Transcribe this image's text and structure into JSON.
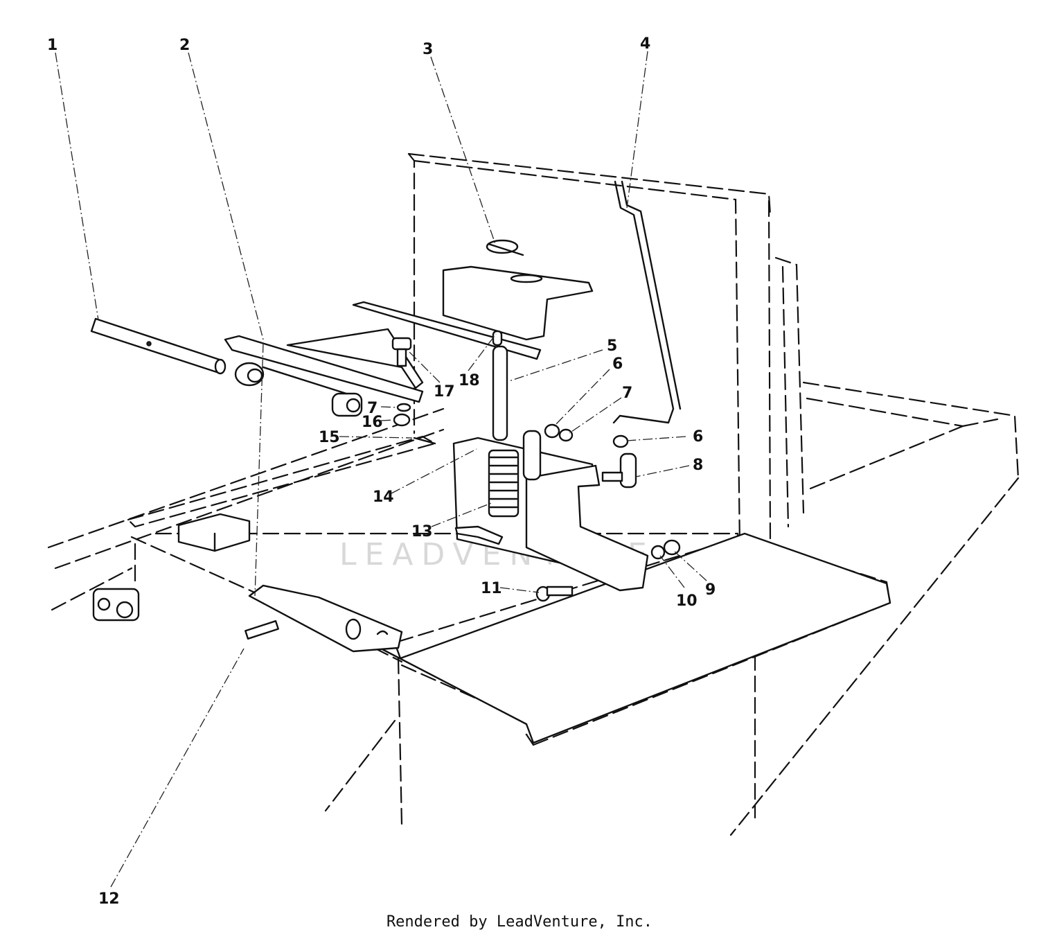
{
  "callouts": [
    {
      "id": "1",
      "text": "1"
    },
    {
      "id": "2",
      "text": "2"
    },
    {
      "id": "3",
      "text": "3"
    },
    {
      "id": "4",
      "text": "4"
    },
    {
      "id": "5",
      "text": "5"
    },
    {
      "id": "6a",
      "text": "6"
    },
    {
      "id": "7a",
      "text": "7"
    },
    {
      "id": "6b",
      "text": "6"
    },
    {
      "id": "8",
      "text": "8"
    },
    {
      "id": "9",
      "text": "9"
    },
    {
      "id": "10",
      "text": "10"
    },
    {
      "id": "11",
      "text": "11"
    },
    {
      "id": "12",
      "text": "12"
    },
    {
      "id": "13",
      "text": "13"
    },
    {
      "id": "14",
      "text": "14"
    },
    {
      "id": "15",
      "text": "15"
    },
    {
      "id": "16",
      "text": "16"
    },
    {
      "id": "7b",
      "text": "7"
    },
    {
      "id": "17",
      "text": "17"
    },
    {
      "id": "18",
      "text": "18"
    }
  ],
  "watermark": "LEADVENTURE",
  "footer": "Rendered by LeadVenture, Inc."
}
